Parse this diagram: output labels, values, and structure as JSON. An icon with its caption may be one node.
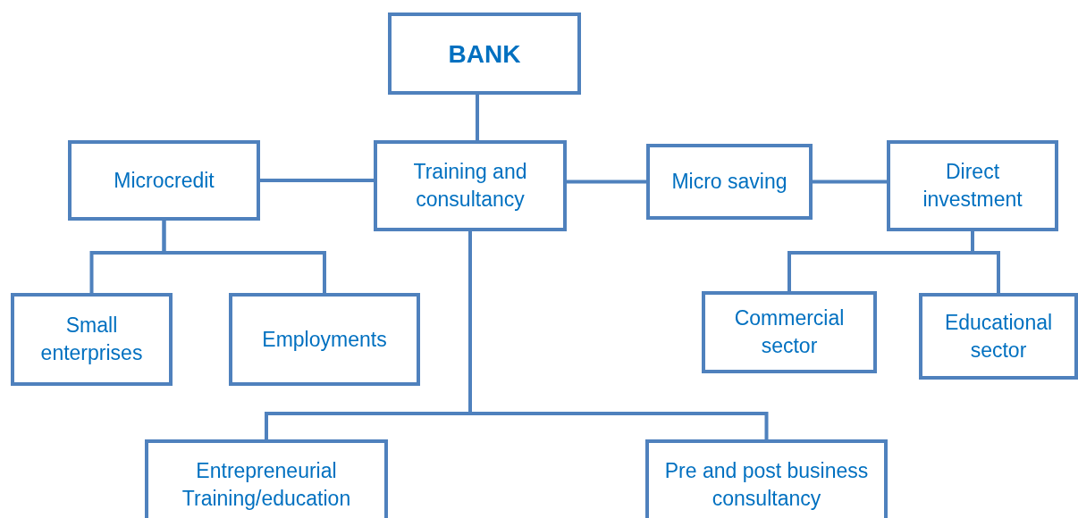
{
  "diagram": {
    "nodes": [
      {
        "text": [
          "BANK"
        ]
      },
      {
        "text": [
          "Microcredit"
        ]
      },
      {
        "text": [
          "Training and consultancy"
        ]
      },
      {
        "text": [
          "Micro saving"
        ]
      },
      {
        "text": [
          "Direct investment"
        ]
      },
      {
        "text": [
          "Small enterprises"
        ]
      },
      {
        "text": [
          "Employments"
        ]
      },
      {
        "text": [
          "Commercial sector"
        ]
      },
      {
        "text": [
          "Educational sector"
        ]
      },
      {
        "text": [
          "Entrepreneurial Training/education"
        ]
      },
      {
        "text": [
          "Pre and post business consultancy"
        ]
      }
    ],
    "edges": [
      {
        "from": 0,
        "to": 2,
        "arrow": "none"
      },
      {
        "from": 2,
        "to": 1,
        "arrow": "none"
      },
      {
        "from": 2,
        "to": 3,
        "arrow": "none"
      },
      {
        "from": 3,
        "to": 4,
        "arrow": "none"
      },
      {
        "from": 1,
        "to": 5,
        "arrow": "none"
      },
      {
        "from": 1,
        "to": 6,
        "arrow": "none"
      },
      {
        "from": 4,
        "to": 7,
        "arrow": "none"
      },
      {
        "from": 4,
        "to": 8,
        "arrow": "none"
      },
      {
        "from": 2,
        "to": 9,
        "arrow": "none"
      },
      {
        "from": 2,
        "to": 10,
        "arrow": "none"
      }
    ]
  }
}
